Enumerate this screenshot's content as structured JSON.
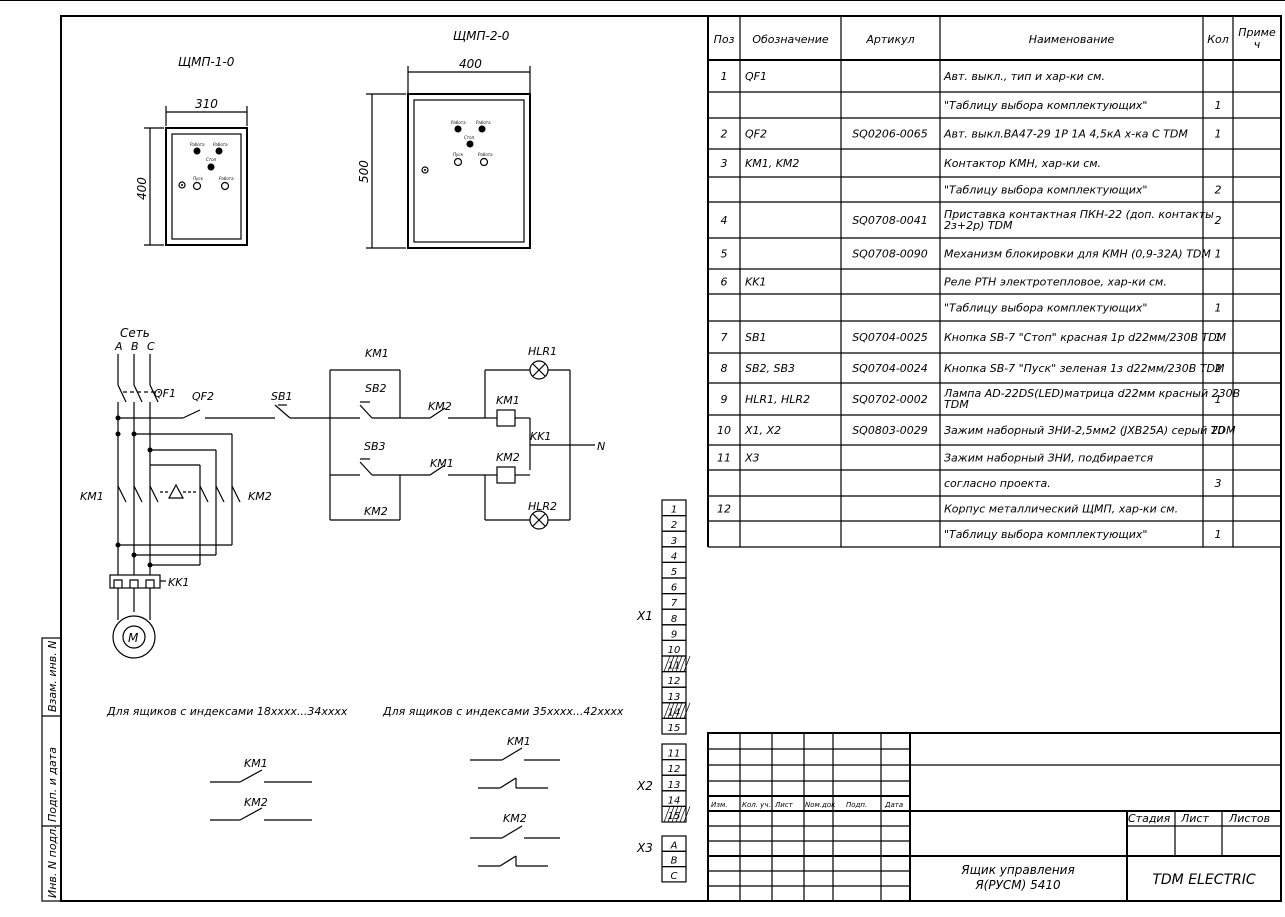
{
  "side_stamps": [
    "Взам. инв. N",
    "Подп. и дата",
    "Инв. N подл."
  ],
  "enclosures": [
    {
      "title": "ЩМП-1-0",
      "width_dim": "310",
      "height_dim": "400"
    },
    {
      "title": "ЩМП-2-0",
      "width_dim": "400",
      "height_dim": "500"
    }
  ],
  "enclosure_labels": {
    "work": "Работа",
    "stop": "Стоп",
    "start": "Пуск"
  },
  "schematic": {
    "network": "Сеть",
    "phases": [
      "A",
      "B",
      "C"
    ],
    "qf1": "QF1",
    "qf2": "QF2",
    "sb1": "SB1",
    "sb2": "SB2",
    "sb3": "SB3",
    "km1": "KM1",
    "km2": "KM2",
    "kk1": "KK1",
    "hlr1": "HLR1",
    "hlr2": "HLR2",
    "n": "N",
    "motor": "M"
  },
  "notes": {
    "left": "Для ящиков с индексами 18xxxx...34xxxx",
    "right": "Для ящиков с индексами 35xxxx...42xxxx"
  },
  "terminals": {
    "x1_label": "X1",
    "x2_label": "X2",
    "x3_label": "X3",
    "x1": [
      "1",
      "2",
      "3",
      "4",
      "5",
      "6",
      "7",
      "8",
      "9",
      "10",
      "11",
      "12",
      "13",
      "14",
      "15"
    ],
    "x2": [
      "11",
      "12",
      "13",
      "14",
      "15"
    ],
    "x3": [
      "A",
      "B",
      "C"
    ]
  },
  "spec_table": {
    "headers": [
      "Поз",
      "Обозначение",
      "Артикул",
      "Наименование",
      "Кол",
      "Приме ч"
    ],
    "rows": [
      [
        "1",
        "QF1",
        "",
        "Авт. выкл., тип и хар-ки см.",
        ""
      ],
      [
        "",
        "",
        "",
        "\"Таблицу выбора комплектующих\"",
        "1"
      ],
      [
        "2",
        "QF2",
        "SQ0206-0065",
        "Авт. выкл.ВА47-29 1Р 1А 4,5кА х-ка С TDM",
        "1"
      ],
      [
        "3",
        "KM1, KM2",
        "",
        "Контактор КМН, хар-ки см.",
        ""
      ],
      [
        "",
        "",
        "",
        "\"Таблицу выбора комплектующих\"",
        "2"
      ],
      [
        "4",
        "",
        "SQ0708-0041",
        "Приставка контактная ПКН-22 (доп. контакты 2з+2р) TDM",
        "2"
      ],
      [
        "5",
        "",
        "SQ0708-0090",
        "Механизм блокировки для КМН (0,9-32А) TDM",
        "1"
      ],
      [
        "6",
        "KK1",
        "",
        "Реле РТН электротепловое, хар-ки см.",
        ""
      ],
      [
        "",
        "",
        "",
        "\"Таблицу выбора комплектующих\"",
        "1"
      ],
      [
        "7",
        "SB1",
        "SQ0704-0025",
        "Кнопка SB-7 \"Стоп\" красная 1р d22мм/230В TDM",
        "1"
      ],
      [
        "8",
        "SB2, SB3",
        "SQ0704-0024",
        "Кнопка SB-7 \"Пуск\" зеленая 1з d22мм/230В TDM",
        "2"
      ],
      [
        "9",
        "HLR1, HLR2",
        "SQ0702-0002",
        "Лампа AD-22DS(LED)матрица d22мм красный 230В TDM",
        "1"
      ],
      [
        "10",
        "X1, X2",
        "SQ0803-0029",
        "Зажим наборный ЗНИ-2,5мм2 (JXB25A) серый TDM",
        "20"
      ],
      [
        "11",
        "X3",
        "",
        "Зажим наборный ЗНИ, подбирается",
        ""
      ],
      [
        "",
        "",
        "",
        "согласно проекта.",
        "3"
      ],
      [
        "12",
        "",
        "",
        "Корпус металлический ЩМП, хар-ки см.",
        ""
      ],
      [
        "",
        "",
        "",
        "\"Таблицу выбора комплектующих\"",
        "1"
      ]
    ]
  },
  "title_block": {
    "cols": [
      "Изм.",
      "Кол. уч.",
      "Лист",
      "Nом.док",
      "Подп.",
      "Дата"
    ],
    "stage": "Стадия",
    "sheet": "Лист",
    "sheets": "Листов",
    "name_line1": "Ящик управления",
    "name_line2": "Я(РУСМ) 5410",
    "company": "TDM ELECTRIC"
  }
}
